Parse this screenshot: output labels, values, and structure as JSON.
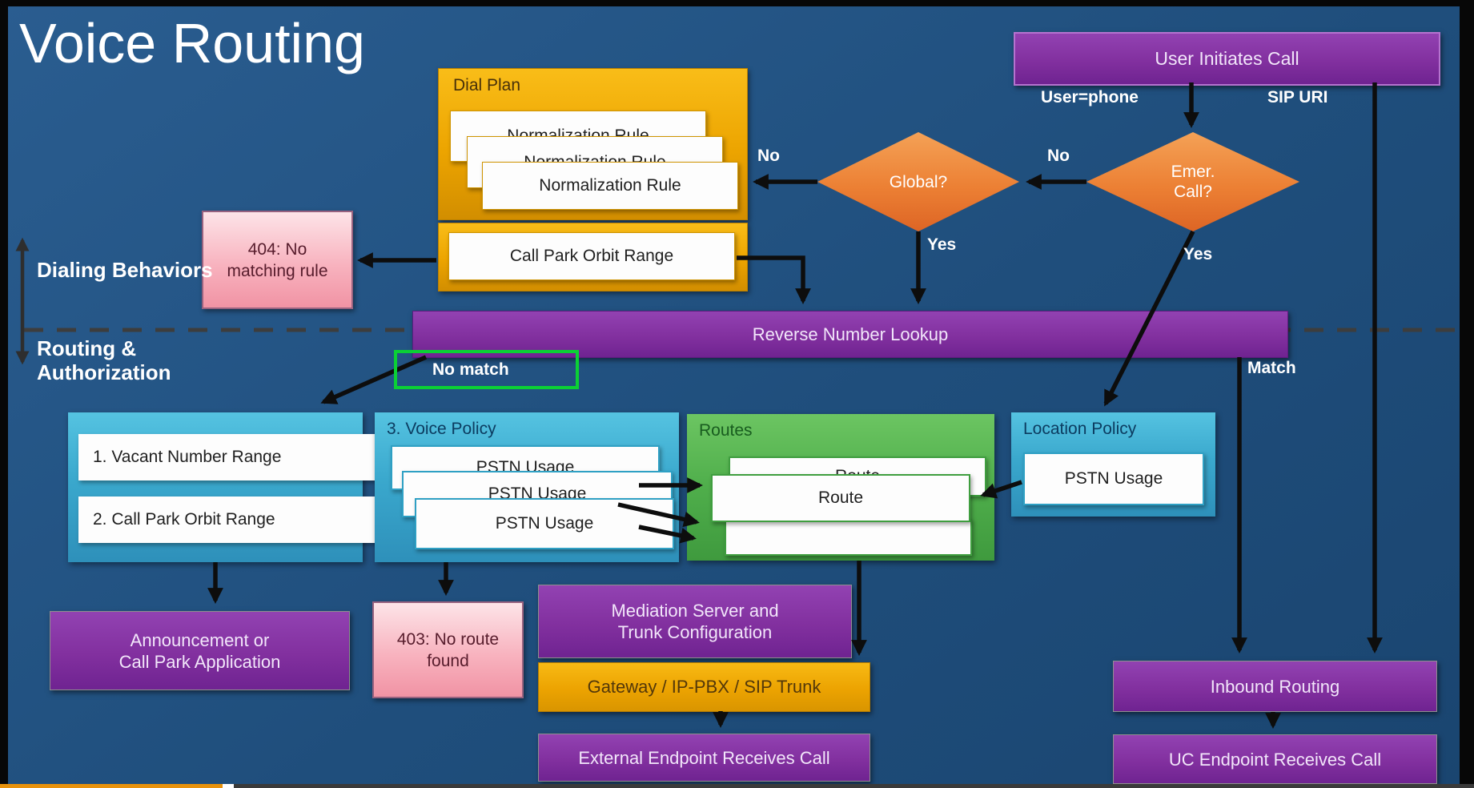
{
  "title": "Voice Routing",
  "axis": {
    "dialing": "Dialing Behaviors",
    "routing": "Routing & Authorization"
  },
  "labels": {
    "user_phone": "User=phone",
    "sip_uri": "SIP URI",
    "no_emer": "No",
    "no_global": "No",
    "yes_global": "Yes",
    "yes_emer": "Yes",
    "match": "Match",
    "no_match": "No match"
  },
  "decisions": {
    "global": "Global?",
    "emer_l1": "Emer.",
    "emer_l2": "Call?"
  },
  "boxes": {
    "user_initiates": "User Initiates Call",
    "dial_plan": {
      "title": "Dial Plan",
      "rule": "Normalization Rule"
    },
    "call_park": "Call Park Orbit Range",
    "err404": {
      "l1": "404: No",
      "l2": "matching rule"
    },
    "reverse_lookup": "Reverse Number Lookup",
    "ranges": {
      "item1": "1. Vacant Number Range",
      "item2": "2. Call Park Orbit Range"
    },
    "voice_policy": {
      "title": "3. Voice Policy",
      "usage": "PSTN Usage"
    },
    "routes": {
      "title": "Routes",
      "route": "Route"
    },
    "location": {
      "title": "Location Policy",
      "usage": "PSTN Usage"
    },
    "announcement": {
      "l1": "Announcement or",
      "l2": "Call Park Application"
    },
    "err403": {
      "l1": "403: No route",
      "l2": "found"
    },
    "mediation": {
      "l1": "Mediation Server and",
      "l2": "Trunk Configuration"
    },
    "gateway": "Gateway / IP-PBX / SIP Trunk",
    "external": "External Endpoint Receives Call",
    "inbound": "Inbound Routing",
    "uc": "UC Endpoint Receives Call"
  },
  "colors": {
    "background": "#1f4e7c",
    "purple": "#82309f",
    "gold": "#eca400",
    "orange_diamond": "#ec8034",
    "cyan_container": "#3aa8cd",
    "green_container": "#4fae4b",
    "pink_error": "#f8b3bf",
    "highlight_green": "#0bd035",
    "arrow": "#0d0d0d"
  }
}
